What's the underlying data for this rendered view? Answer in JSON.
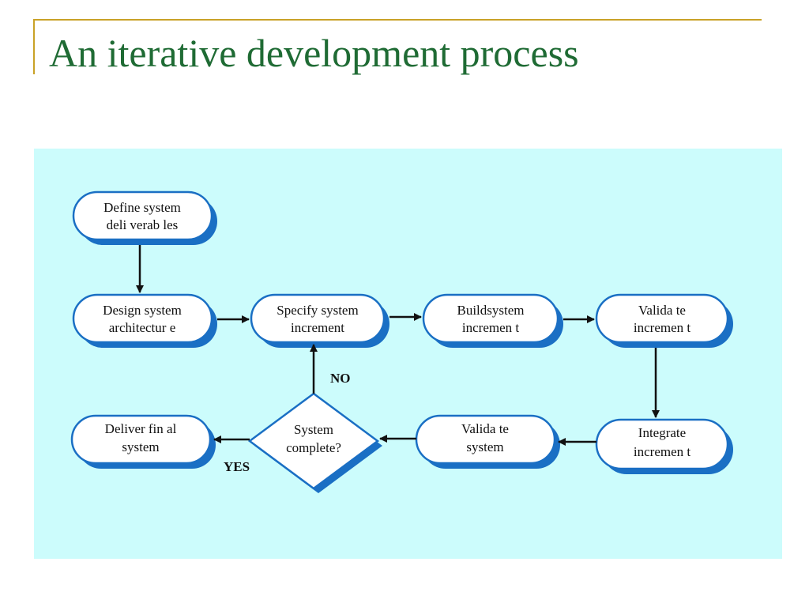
{
  "slide": {
    "title": "An iterative development process"
  },
  "diagram": {
    "nodes": {
      "define": [
        "Define system",
        "deli verab les"
      ],
      "design": [
        "Design system",
        "architectur e"
      ],
      "specify": [
        "Specify system",
        "increment"
      ],
      "build": [
        "Buildsystem",
        "incremen t"
      ],
      "validate_inc": [
        "Valida te",
        "incremen t"
      ],
      "integrate": [
        "Integrate",
        "incremen t"
      ],
      "validate_sys": [
        "Valida te",
        "system"
      ],
      "decision": [
        "System",
        "complete?"
      ],
      "deliver": [
        "Deliver fin al",
        "system"
      ]
    },
    "labels": {
      "no": "NO",
      "yes": "YES"
    }
  },
  "colors": {
    "background": "#ccfcfc",
    "node_fill": "#ffffff",
    "node_border": "#1a6fc4",
    "node_shadow": "#1a6fc4",
    "title": "#1f6b34",
    "rule": "#c9a227"
  }
}
